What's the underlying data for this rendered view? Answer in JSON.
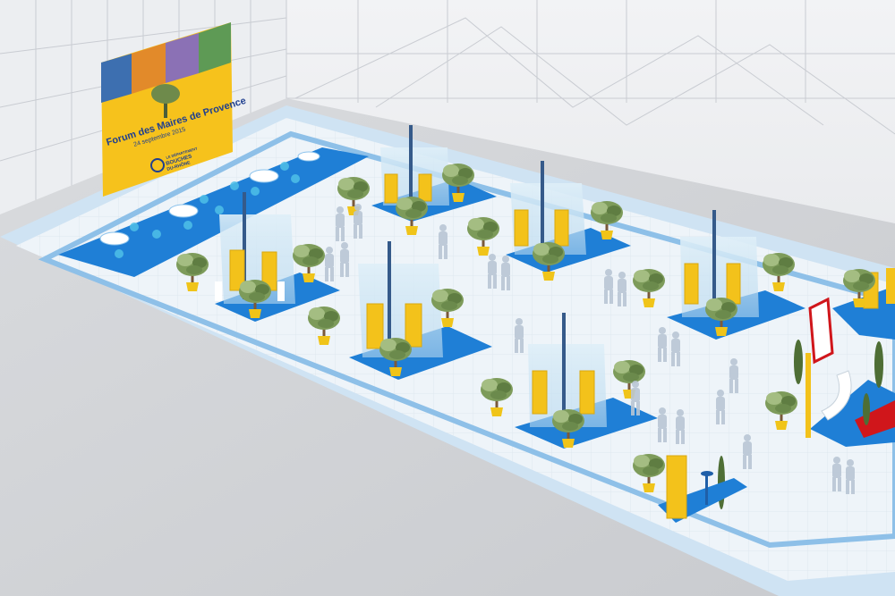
{
  "banner": {
    "title": "Forum des Maires de Provence",
    "subtitle": "24 septembre 2015",
    "logo_lines": [
      "LE DÉPARTEMENT",
      "BOUCHES",
      "DU-RHÔNE"
    ]
  },
  "colors": {
    "floor": "#f3f6f9",
    "border_blue": "#7fb3e0",
    "stand_blue": "#1f7fd6",
    "panel_yellow": "#f3c21b",
    "banner_yellow": "#f6c21c",
    "tree_green": "#7d9b5a",
    "pot_yellow": "#f0c419",
    "carpet_red": "#d0161b"
  }
}
